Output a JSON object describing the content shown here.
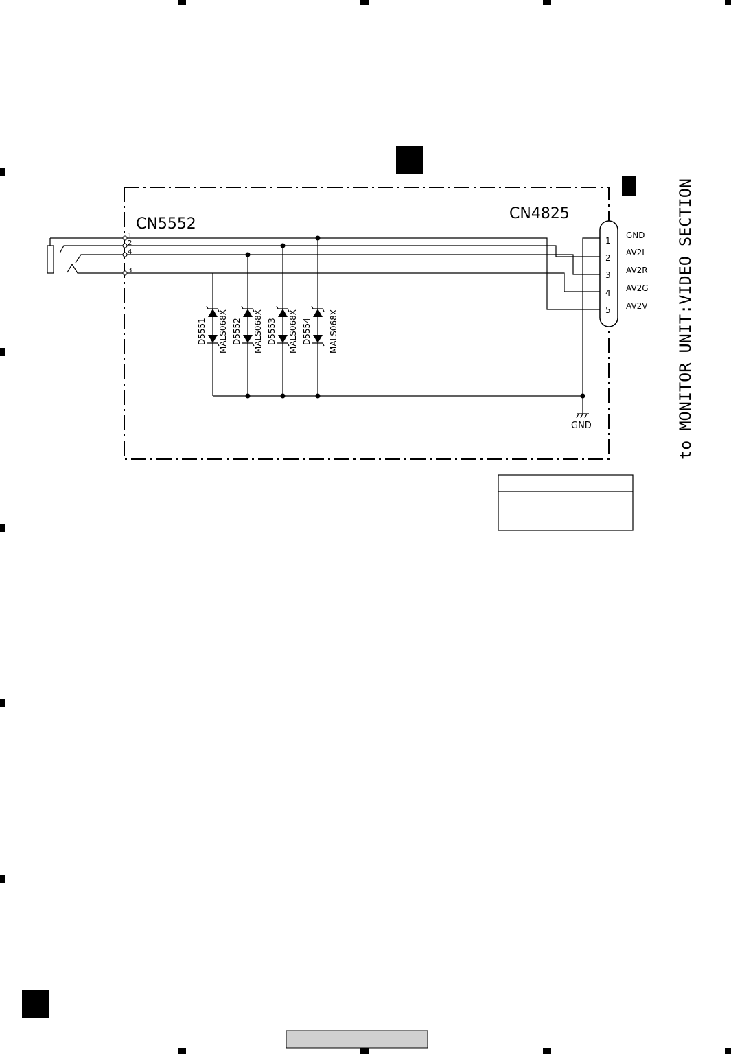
{
  "connector_left": {
    "ref": "CN5552",
    "pins": [
      "1",
      "2",
      "4",
      "3"
    ]
  },
  "connector_right": {
    "ref": "CN4825",
    "pins": [
      "1",
      "2",
      "3",
      "4",
      "5"
    ],
    "signals": [
      "GND",
      "AV2L",
      "AV2R",
      "AV2G",
      "AV2V"
    ]
  },
  "diodes": [
    {
      "ref": "D5551",
      "part": "MALS068X"
    },
    {
      "ref": "D5552",
      "part": "MALS068X"
    },
    {
      "ref": "D5553",
      "part": "MALS068X"
    },
    {
      "ref": "D5554",
      "part": "MALS068X"
    }
  ],
  "ground_label": "GND",
  "destination_label": "to MONITOR UNIT:VIDEO SECTION",
  "colors": {
    "ink": "#000000",
    "footer_bar": "#d0d0d0"
  }
}
